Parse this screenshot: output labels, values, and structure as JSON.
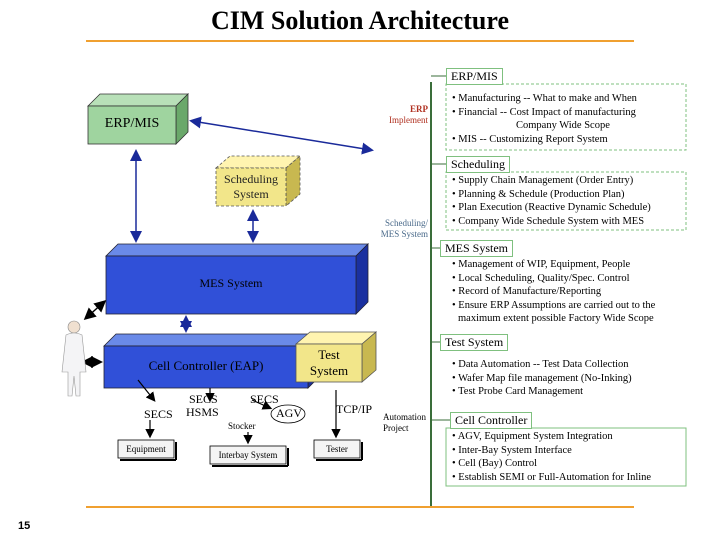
{
  "title": "CIM Solution Architecture",
  "slide_number": "15",
  "diagram": {
    "erp_box": "ERP/MIS",
    "erp_implement": [
      "ERP",
      "Implement"
    ],
    "scheduling_box": [
      "Scheduling",
      "System"
    ],
    "scheduling_mes": [
      "Scheduling/",
      "MES System"
    ],
    "mes_box": "MES System",
    "cell_controller": "Cell Controller (EAP)",
    "test_system": [
      "Test",
      "System"
    ],
    "secs_left": "SECS",
    "secs_hsms": [
      "SECS",
      "HSMS"
    ],
    "secs_right": "SECS",
    "agv": "AGV",
    "stocker": "Stocker",
    "tcp_ip": "TCP/IP",
    "equipment": "Equipment",
    "interbay": "Interbay System",
    "tester": "Tester",
    "automation_project": [
      "Automation",
      "Project"
    ]
  },
  "sections": [
    {
      "header": "ERP/MIS",
      "bullets": [
        "• Manufacturing -- What to make and When",
        "• Financial -- Cost Impact of manufacturing",
        "Company Wide Scope",
        "• MIS -- Customizing Report System"
      ]
    },
    {
      "header": "Scheduling",
      "bullets": [
        "• Supply Chain Management (Order Entry)",
        "• Planning & Schedule (Production Plan)",
        "• Plan Execution (Reactive Dynamic Schedule)",
        "• Company Wide Schedule System with MES"
      ]
    },
    {
      "header": "MES System",
      "bullets": [
        "• Management of WIP, Equipment, People",
        "• Local Scheduling, Quality/Spec. Control",
        "• Record of Manufacture/Reporting",
        "• Ensure ERP Assumptions are carried out to the",
        "maximum extent possible Factory Wide Scope"
      ]
    },
    {
      "header": "Test System",
      "bullets": [
        "• Data Automation -- Test Data Collection",
        "• Wafer Map file management (No-Inking)",
        "• Test Probe Card Management"
      ]
    },
    {
      "header": "Cell Controller",
      "bullets": [
        "• AGV, Equipment System Integration",
        "• Inter-Bay System Interface",
        "• Cell (Bay) Control",
        "• Establish SEMI or Full-Automation for Inline"
      ]
    }
  ]
}
